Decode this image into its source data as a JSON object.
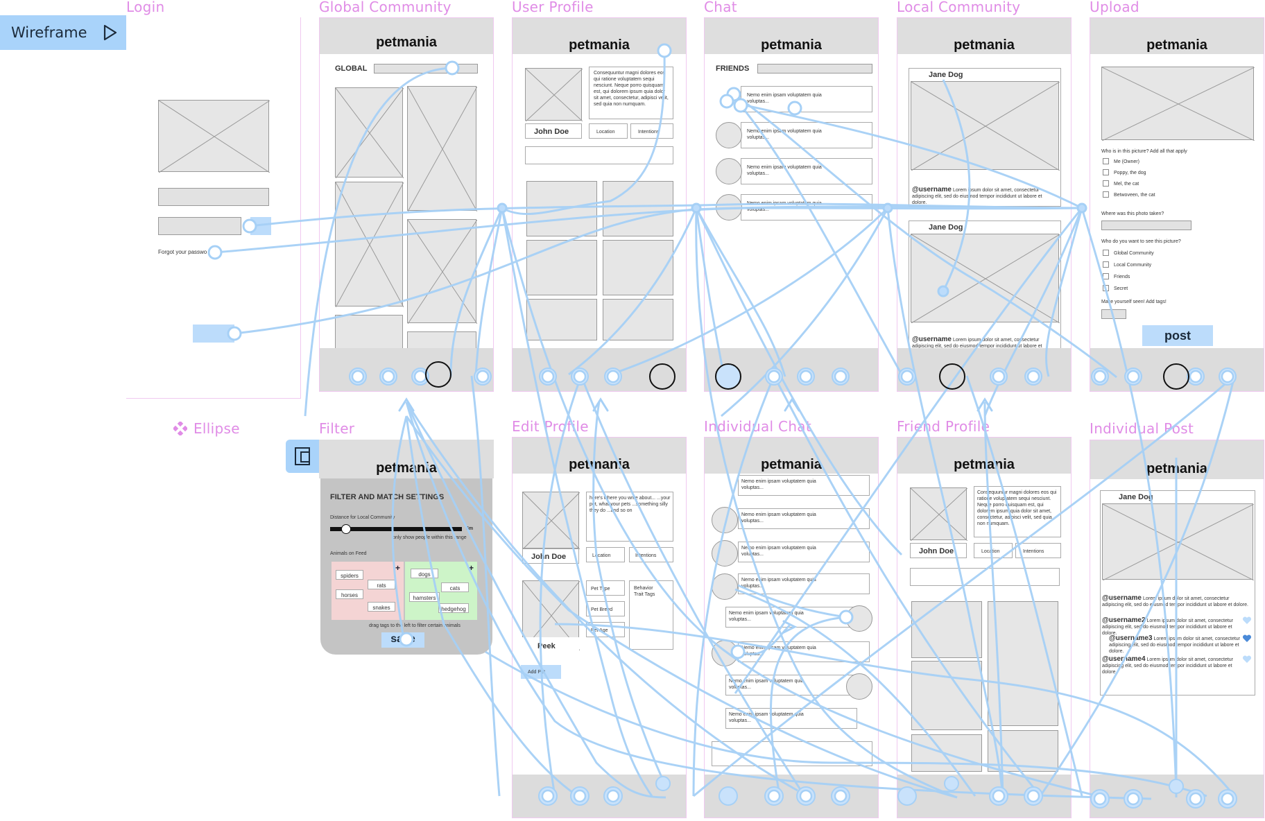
{
  "toolbar": {
    "mode_label": "Wireframe"
  },
  "canvas": {
    "ellipse_label": "Ellipse",
    "frames": {
      "login": "Login",
      "global": "Global Community",
      "profile": "User Profile",
      "chat": "Chat",
      "local": "Local Community",
      "upload": "Upload",
      "filter": "Filter",
      "edit": "Edit Profile",
      "ichat": "Individual Chat",
      "friend": "Friend Profile",
      "ipost": "Individual Post"
    }
  },
  "app_title": "petmania",
  "login": {
    "forgot": "Forgot your passwo"
  },
  "global": {
    "label": "GLOBAL"
  },
  "profile": {
    "name": "John Doe",
    "bio": "Consequuntur magni dolores eos qui ratione voluptatem sequi nesciunt. Neque porro quisquam est, qui dolorem ipsum quia dolor sit amet, consectetur, adipisci velit, sed quia non numquam.",
    "location": "Location",
    "intentions": "Intentions"
  },
  "chat": {
    "label": "FRIENDS",
    "msg": "Nemo enim ipsam voluptatem quia voluptas..."
  },
  "local": {
    "post_name": "Jane Dog",
    "post_name2": "Jane Dog",
    "username": "@username",
    "caption": "Lorem ipsum dolor sit amet, consectetur adipiscing elit, sed do eiusmod tempor incididunt ut labore et dolore."
  },
  "upload": {
    "q1": "Who is in this picture? Add all that apply",
    "o1": "Me (Owner)",
    "o2": "Poppy, the dog",
    "o3": "Mel, the cat",
    "o4": "Betwoveen, the cat",
    "q2": "Where was this photo taken?",
    "q3": "Who do you want to see this picture?",
    "v1": "Global Community",
    "v2": "Local Community",
    "v3": "Friends",
    "v4": "Secret",
    "q4": "Make yourself seen! Add tags!",
    "post": "post"
  },
  "filter": {
    "heading": "FILTER AND MATCH SETTINGS",
    "distance": "Distance for Local Community",
    "distance_value": "5m",
    "distance_note": "only show people within this range",
    "animals": "Animals on Feed",
    "left_tags": [
      "spiders",
      "rats",
      "horses",
      "snakes"
    ],
    "right_tags": [
      "dogs",
      "cats",
      "hamsters",
      "hedgehog"
    ],
    "drag_note": "drag tags to the left to filter certain animals",
    "save": "save"
  },
  "edit": {
    "about": "here's where you write about... ...your pet, what your pets ...something silly they do ...and so on",
    "name": "John Doe",
    "location": "Location",
    "intentions": "Intentions",
    "pet_type": "Pet Type",
    "pet_breed": "Pet Breed",
    "pet_age": "Pet Age",
    "behavior": "Behavior Trait Tags",
    "pet_name": "Peek",
    "add_pet": "Add Pet"
  },
  "ichat": {
    "msg": "Nemo enim ipsam voluptatem quia voluptas..."
  },
  "friend": {
    "name": "John Doe",
    "bio": "Consequuntur magni dolores eos qui ratione voluptatem sequi nesciunt. Neque porro quisquam est, qui dolorem ipsum quia dolor sit amet, consectetur, adipisci velit, sed quia non numquam.",
    "location": "Location",
    "intentions": "Intentions"
  },
  "ipost": {
    "post_name": "Jane Dog",
    "comments": [
      {
        "user": "@username",
        "text": "Lorem ipsum dolor sit amet, consectetur adipiscing elit, sed do eiusmod tempor incididunt ut labore et dolore."
      },
      {
        "user": "@username2",
        "text": "Lorem ipsum dolor sit amet, consectetur adipiscing elit, sed do eiusmod tempor incididunt ut labore et dolore."
      },
      {
        "user": "@username3",
        "text": "Lorem ipsum dolor sit amet, consectetur adipiscing elit, sed do eiusmod tempor incididunt ut labore et dolore."
      },
      {
        "user": "@username4",
        "text": "Lorem ipsum dolor sit amet, consectetur adipiscing elit, sed do eiusmod tempor incididunt ut labore et dolore."
      }
    ]
  },
  "colors": {
    "accent": "#9ccaf5",
    "label": "#e08ce6",
    "wire": "#a6d0f6"
  }
}
